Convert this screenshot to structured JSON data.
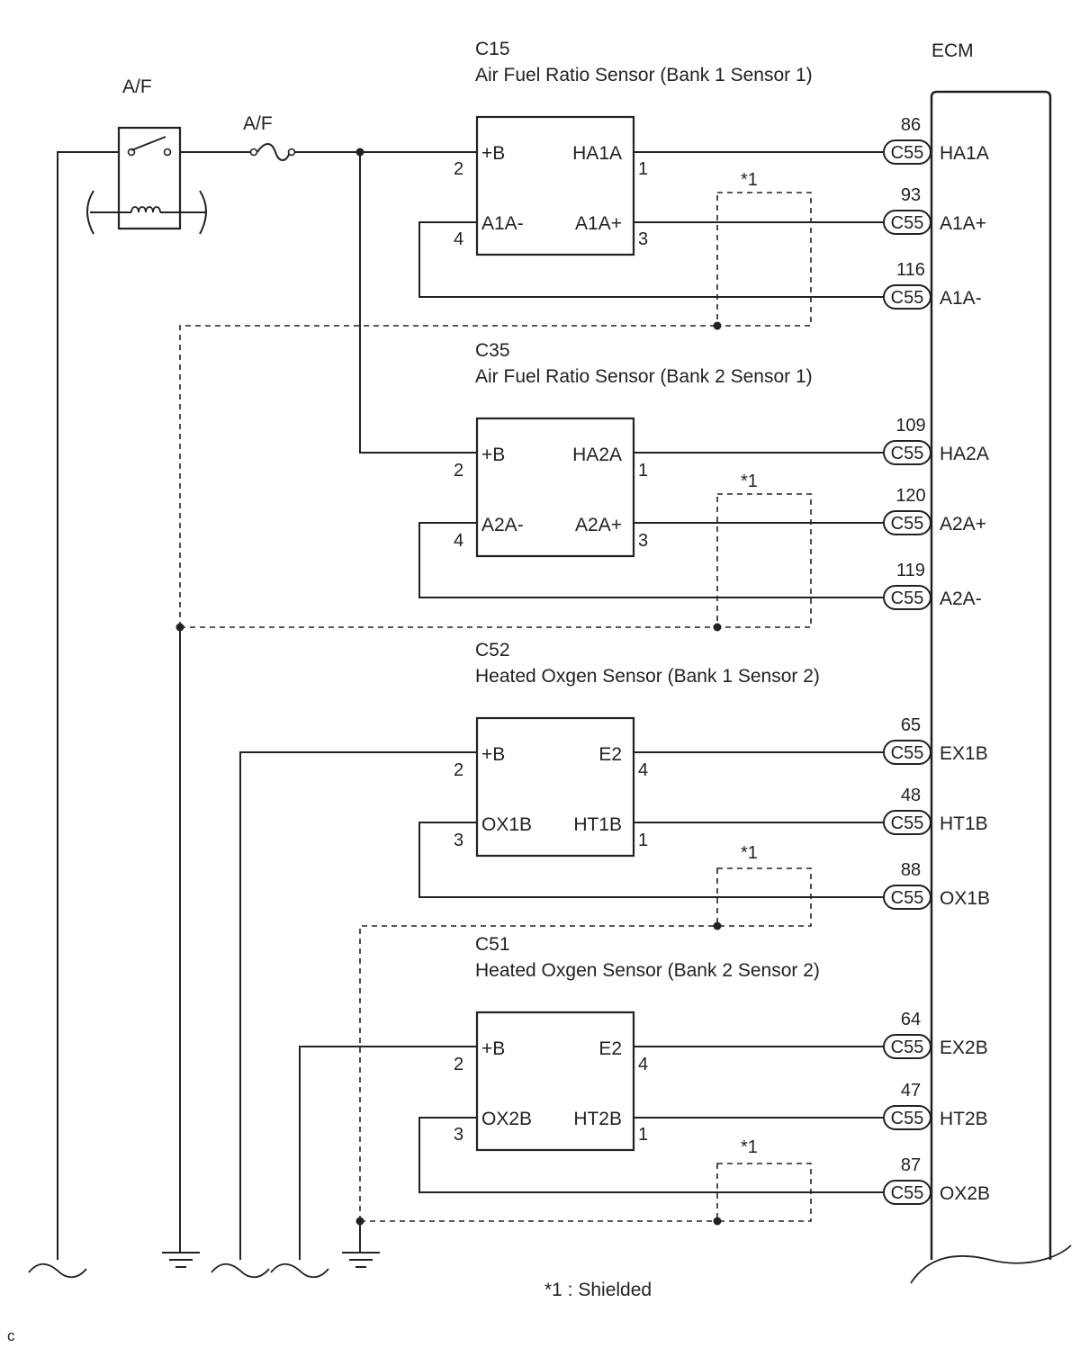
{
  "relay_label": "A/F",
  "fuse_label": "A/F",
  "ecm_label": "ECM",
  "shield_mark": "*1",
  "shield_legend": "*1 : Shielded",
  "footer_code": "c",
  "connector_code": "C55",
  "sensors": [
    {
      "code": "C15",
      "name": "Air Fuel Ratio Sensor (Bank 1 Sensor 1)",
      "terminals": {
        "tl": "+B",
        "tr": "HA1A",
        "bl": "A1A-",
        "br": "A1A+"
      },
      "pins": {
        "tl": "2",
        "tr": "1",
        "bl": "4",
        "br": "3"
      },
      "ecm": [
        {
          "num": "86",
          "signal": "HA1A"
        },
        {
          "num": "93",
          "signal": "A1A+"
        },
        {
          "num": "116",
          "signal": "A1A-"
        }
      ]
    },
    {
      "code": "C35",
      "name": "Air Fuel Ratio Sensor (Bank 2 Sensor 1)",
      "terminals": {
        "tl": "+B",
        "tr": "HA2A",
        "bl": "A2A-",
        "br": "A2A+"
      },
      "pins": {
        "tl": "2",
        "tr": "1",
        "bl": "4",
        "br": "3"
      },
      "ecm": [
        {
          "num": "109",
          "signal": "HA2A"
        },
        {
          "num": "120",
          "signal": "A2A+"
        },
        {
          "num": "119",
          "signal": "A2A-"
        }
      ]
    },
    {
      "code": "C52",
      "name": "Heated Oxgen Sensor (Bank 1 Sensor 2)",
      "terminals": {
        "tl": "+B",
        "tr": "E2",
        "bl": "OX1B",
        "br": "HT1B"
      },
      "pins": {
        "tl": "2",
        "tr": "4",
        "bl": "3",
        "br": "1"
      },
      "ecm": [
        {
          "num": "65",
          "signal": "EX1B"
        },
        {
          "num": "48",
          "signal": "HT1B"
        },
        {
          "num": "88",
          "signal": "OX1B"
        }
      ]
    },
    {
      "code": "C51",
      "name": "Heated Oxgen Sensor (Bank 2 Sensor 2)",
      "terminals": {
        "tl": "+B",
        "tr": "E2",
        "bl": "OX2B",
        "br": "HT2B"
      },
      "pins": {
        "tl": "2",
        "tr": "4",
        "bl": "3",
        "br": "1"
      },
      "ecm": [
        {
          "num": "64",
          "signal": "EX2B"
        },
        {
          "num": "47",
          "signal": "HT2B"
        },
        {
          "num": "87",
          "signal": "OX2B"
        }
      ]
    }
  ]
}
